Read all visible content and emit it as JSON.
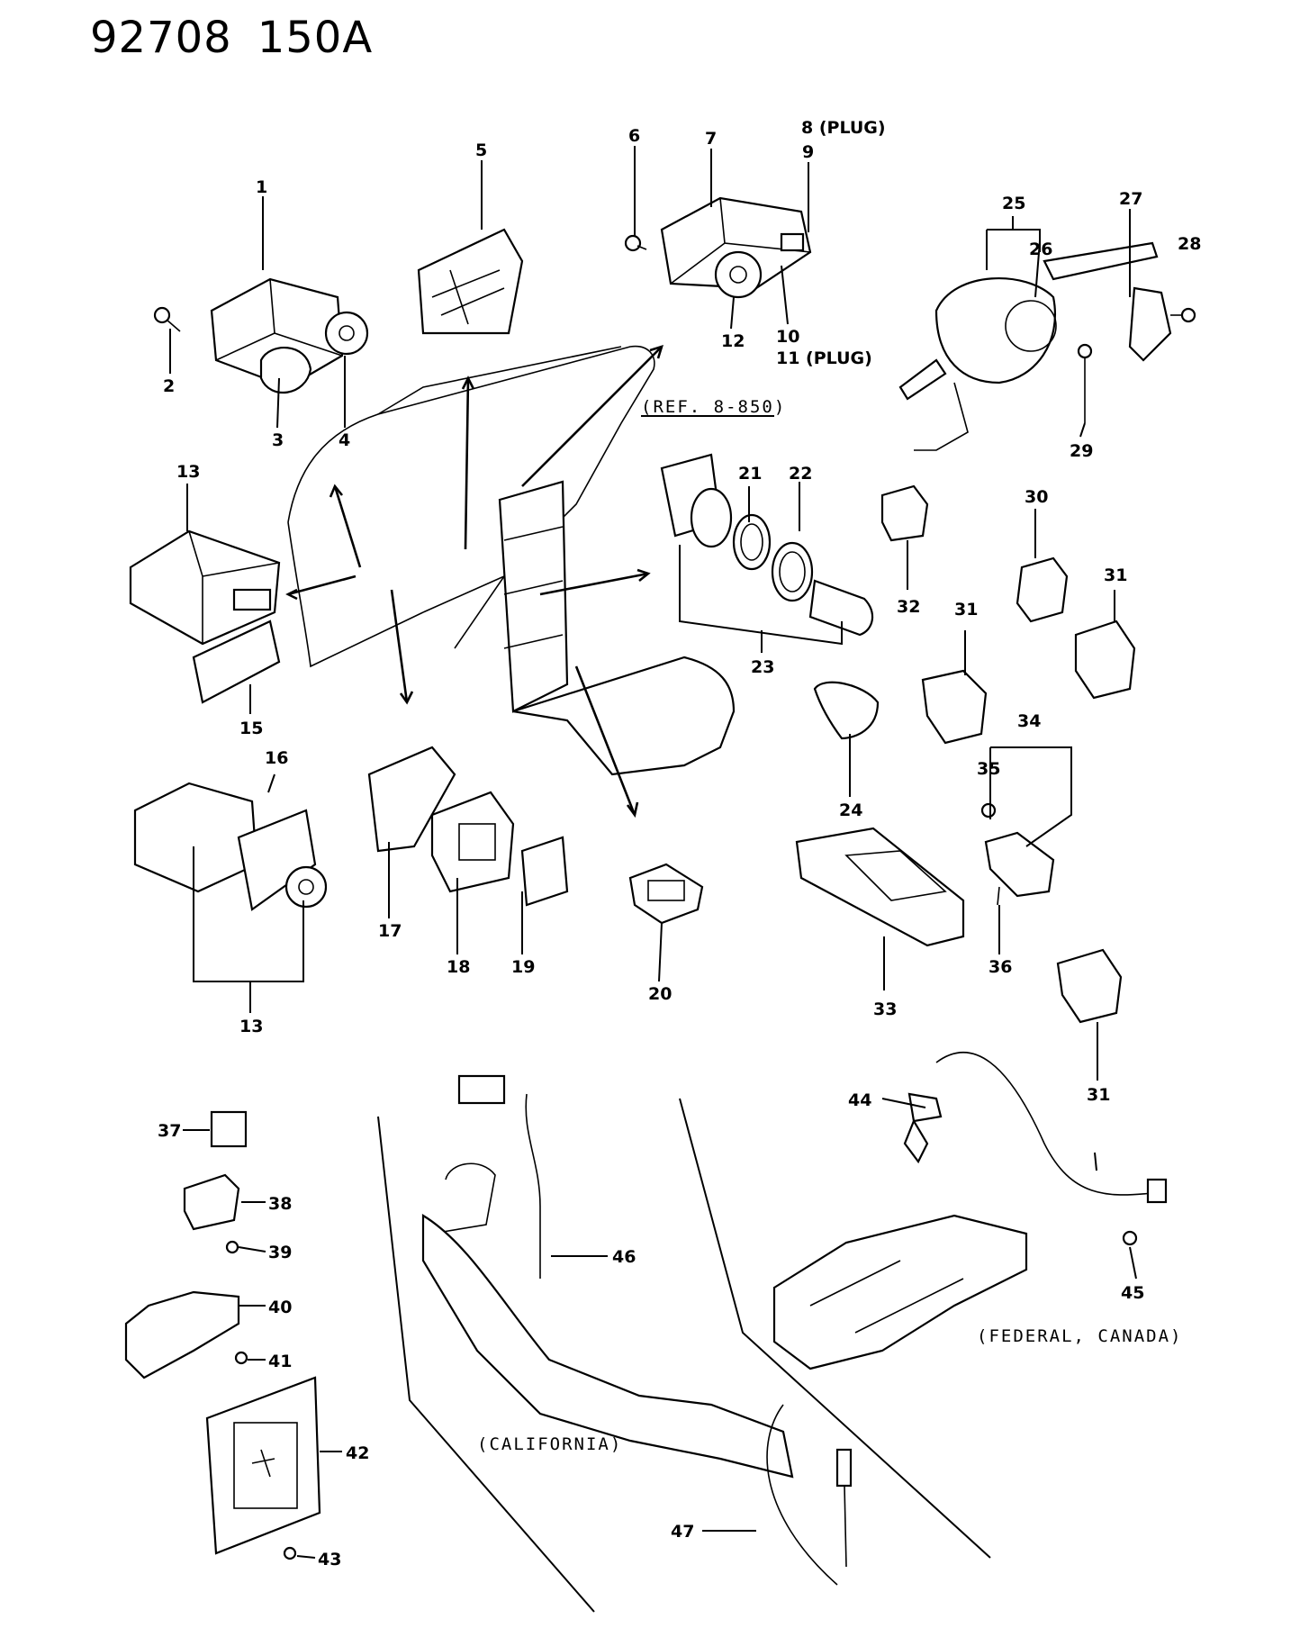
{
  "header": {
    "code": "92708",
    "group": "150A"
  },
  "notes": {
    "ref": "(REF. 8-850)",
    "california": "(CALIFORNIA)",
    "federal": "(FEDERAL, CANADA)"
  },
  "callouts": {
    "c1": "1",
    "c2": "2",
    "c3": "3",
    "c4": "4",
    "c5": "5",
    "c6": "6",
    "c7": "7",
    "c8": "8 (PLUG)",
    "c9": "9",
    "c10": "10",
    "c11": "11 (PLUG)",
    "c12": "12",
    "c13a": "13",
    "c13b": "13",
    "c15": "15",
    "c16": "16",
    "c17": "17",
    "c18": "18",
    "c19": "19",
    "c20": "20",
    "c21": "21",
    "c22": "22",
    "c23": "23",
    "c24": "24",
    "c25": "25",
    "c26": "26",
    "c27": "27",
    "c28": "28",
    "c29": "29",
    "c30": "30",
    "c31a": "31",
    "c31b": "31",
    "c31c": "31",
    "c32": "32",
    "c33": "33",
    "c34": "34",
    "c35": "35",
    "c36": "36",
    "c37": "37",
    "c38": "38",
    "c39": "39",
    "c40": "40",
    "c41": "41",
    "c42": "42",
    "c43": "43",
    "c44": "44",
    "c45": "45",
    "c46": "46",
    "c47": "47"
  }
}
